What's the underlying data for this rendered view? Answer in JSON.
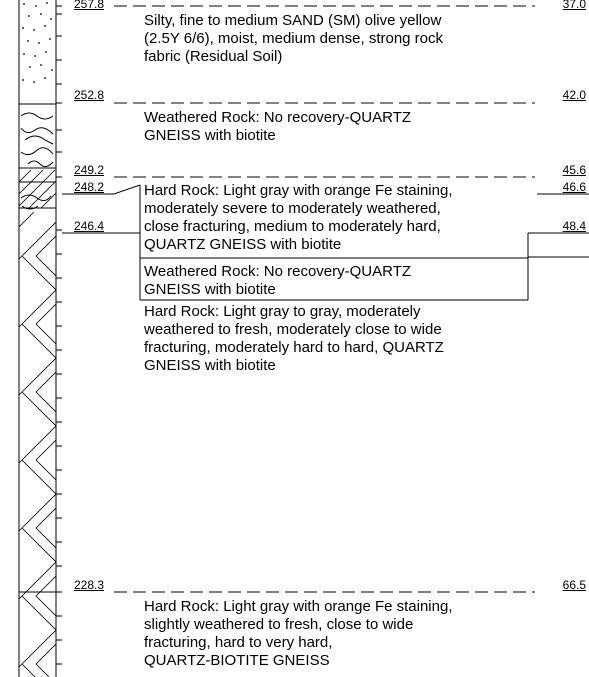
{
  "colors": {
    "ink": "#000000",
    "paper": "#ffffff"
  },
  "strata": [
    {
      "elevation": "257.8",
      "depth": "37.0",
      "lines": [
        "Silty, fine to medium SAND (SM) olive yellow",
        "(2.5Y 6/6), moist, medium dense, strong rock",
        "fabric (Residual Soil)"
      ]
    },
    {
      "elevation": "252.8",
      "depth": "42.0",
      "lines": [
        "Weathered Rock: No recovery-QUARTZ",
        "GNEISS with biotite"
      ]
    },
    {
      "elevation": "249.2",
      "depth": "45.6",
      "lines": [
        "Hard Rock: Light gray with orange Fe staining,",
        "moderately severe to moderately weathered,",
        "close fracturing, medium to moderately hard,",
        "QUARTZ GNEISS with biotite"
      ]
    },
    {
      "elevation": "248.2",
      "depth": "46.6",
      "lines": [
        "Weathered Rock: No recovery-QUARTZ",
        "GNEISS with biotite"
      ]
    },
    {
      "elevation": "246.4",
      "depth": "48.4",
      "lines": [
        "Hard Rock: Light gray to gray, moderately",
        "weathered to fresh, moderately close to wide",
        "fracturing, moderately hard to hard, QUARTZ",
        "GNEISS with biotite"
      ]
    },
    {
      "elevation": "228.3",
      "depth": "66.5",
      "lines": [
        "Hard Rock: Light gray with orange Fe staining,",
        "slightly weathered to fresh, close to wide",
        "fracturing, hard to very hard,",
        "QUARTZ-BIOTITE GNEISS"
      ]
    }
  ]
}
